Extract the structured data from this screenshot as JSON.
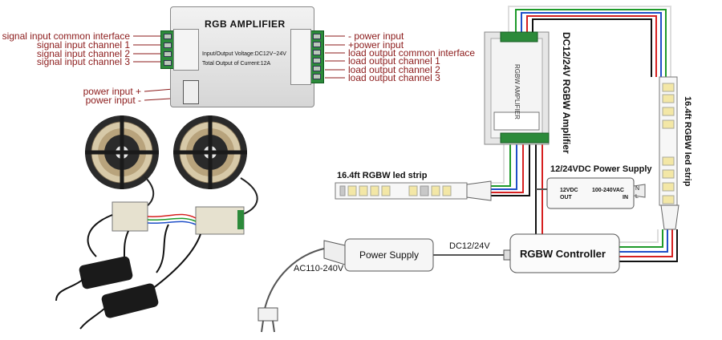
{
  "amp_top": {
    "title": "RGB AMPLIFIER",
    "specs": [
      "Input/Output Voltage:DC12V~24V",
      "Total Output of Current:12A"
    ],
    "left_labels": [
      "signal input common interface",
      "signal input channel 1",
      "signal input channel 2",
      "signal input channel 3"
    ],
    "right_labels": [
      "- power input",
      "+power input",
      "load output common interface",
      "load output channel 1",
      "load output channel 2",
      "load output channel 3"
    ],
    "power_labels": [
      "power input +",
      "power input -"
    ]
  },
  "diagram": {
    "amp_label": "DC12/24V RGBW Amplifier",
    "amp_device_text": "RGBW AMPLIFIER",
    "strip_top_label": "16.4ft RGBW led strip",
    "strip_left_label": "16.4ft RGBW led strip",
    "psu_small_label": "12/24VDC Power Supply",
    "psu_small_left": [
      "12VDC",
      "OUT"
    ],
    "psu_small_right": [
      "100-240VAC",
      "IN"
    ],
    "psu_small_nl": [
      "N",
      "L"
    ],
    "dc_label": "DC12/24V",
    "psu_label": "Power Supply",
    "ac_label": "AC110-240V",
    "controller_label": "RGBW Controller"
  },
  "colors": {
    "label_red": "#8b1a1a",
    "terminal_green": "#2c8a3a",
    "wire_red": "#d62020",
    "wire_green": "#1e9a2a",
    "wire_blue": "#1f4fc8",
    "wire_black": "#111111",
    "wire_white": "#dddddd"
  }
}
